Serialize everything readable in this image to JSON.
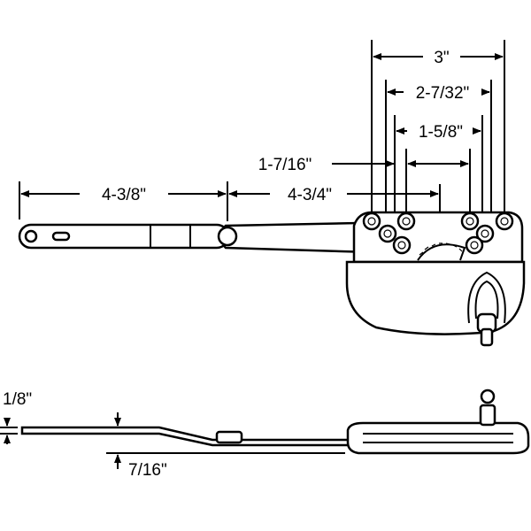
{
  "dimensions": {
    "overall_width": "3\"",
    "outer_hole_spacing": "2-7/32\"",
    "inner_hole_spacing": "1-5/8\"",
    "offset": "1-7/16\"",
    "short_arm_length": "4-3/8\"",
    "long_arm_length": "4-3/4\"",
    "arm_thickness": "1/8\"",
    "arm_drop": "7/16\""
  },
  "colors": {
    "line": "#000000",
    "background": "#ffffff"
  }
}
